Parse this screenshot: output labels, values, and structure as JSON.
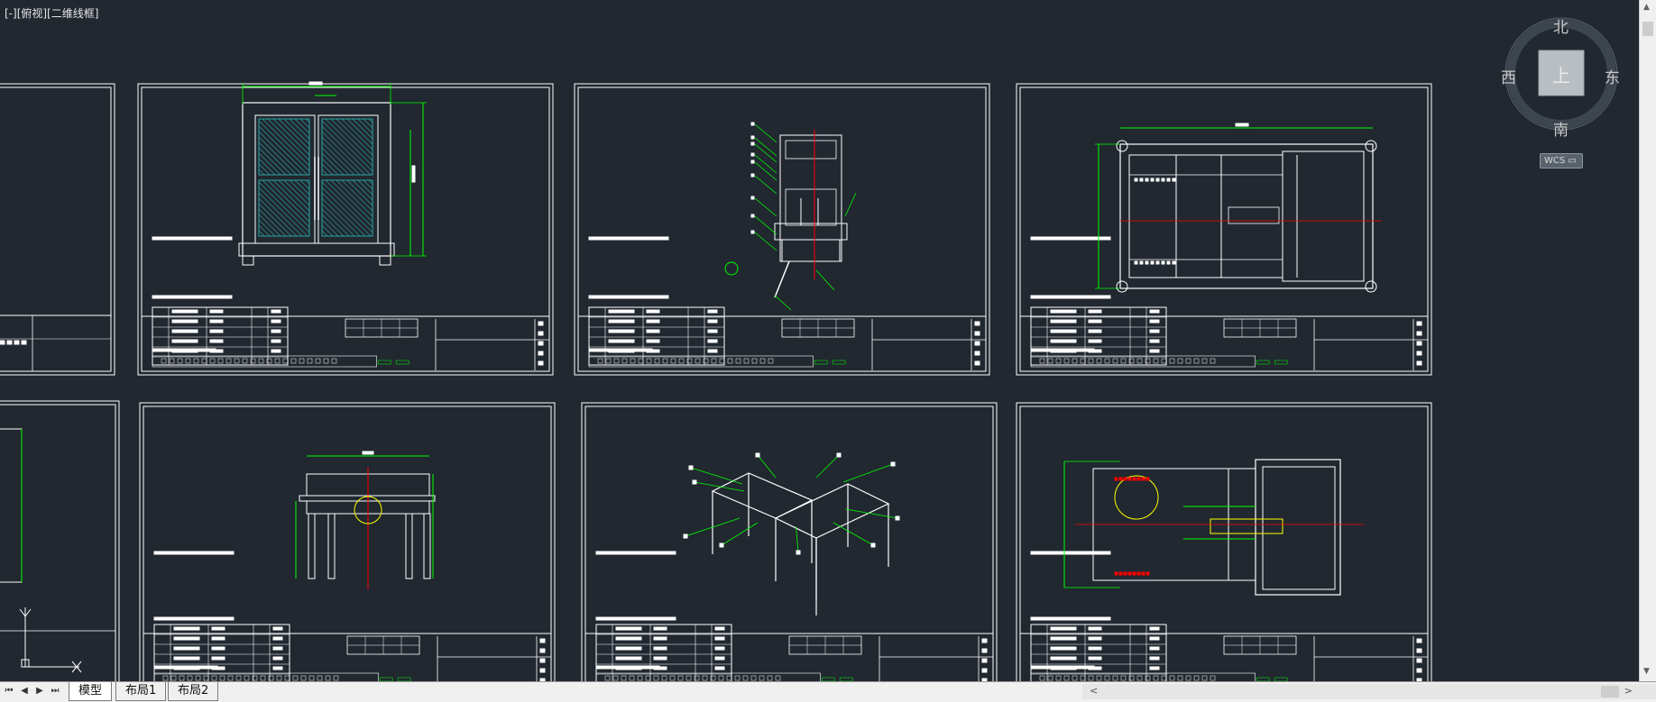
{
  "viewport": {
    "label": "[-][俯视][二维线框]"
  },
  "viewcube": {
    "north": "北",
    "south": "南",
    "east": "东",
    "west": "西",
    "top": "上",
    "wcs_label": "WCS ▭"
  },
  "tabs": [
    {
      "label": "模型",
      "active": true
    },
    {
      "label": "布局1",
      "active": false
    },
    {
      "label": "布局2",
      "active": false
    }
  ],
  "colors": {
    "background": "#212830",
    "frame": "#ffffff",
    "dimension": "#00ff00",
    "centerline": "#ff0000",
    "highlight": "#ffff00",
    "hatch": "#2aa4a4"
  },
  "icons": {
    "nav_first": "first-page-icon",
    "nav_prev": "prev-page-icon",
    "nav_next": "next-page-icon",
    "nav_last": "last-page-icon",
    "ucs": "ucs-axis-icon"
  }
}
